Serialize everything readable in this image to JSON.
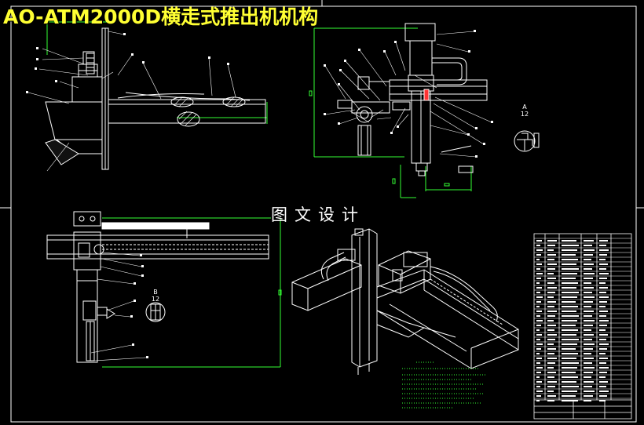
{
  "drawing": {
    "title": "AO-ATM2000D横走式推出机机构",
    "watermark": "图文设计",
    "section_a": {
      "letter": "A",
      "scale": "12"
    },
    "section_b": {
      "letter": "B",
      "scale": "12"
    }
  },
  "colors": {
    "background": "#000000",
    "title": "#ffff33",
    "lines": "#ffffff",
    "dimension": "#33ff33",
    "accent": "#ff3333"
  }
}
